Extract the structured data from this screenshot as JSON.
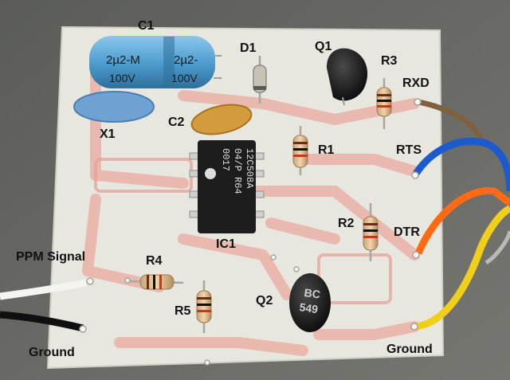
{
  "labels": {
    "c1": "C1",
    "d1": "D1",
    "q1": "Q1",
    "r3": "R3",
    "rxd": "RXD",
    "x1": "X1",
    "c2": "C2",
    "rts": "RTS",
    "r1": "R1",
    "r2": "R2",
    "dtr": "DTR",
    "ppm_signal": "PPM Signal",
    "r4": "R4",
    "ic1": "IC1",
    "r5": "R5",
    "q2": "Q2",
    "ground_left": "Ground",
    "ground_right": "Ground"
  },
  "markings": {
    "c1_value_a": "2µ2-M",
    "c1_value_b": "2µ2-",
    "c1_voltage_a": "100V",
    "c1_voltage_b": "100V",
    "ic_line1": "12C508A",
    "ic_line2": "04/P R64",
    "ic_line3": "0017",
    "q2_line1": "BC",
    "q2_line2": "549"
  },
  "colors": {
    "board": "#e9e9e2",
    "trace": "#e9a8a0",
    "capacitor_c1": "#5aa9d6",
    "crystal": "#6fa2d4",
    "capacitor_c2": "#d49a3a",
    "ic_body": "#1c1c1c",
    "wire_rxd": "#8a6a45",
    "wire_rts": "#1d5fd1",
    "wire_dtr": "#ff6a12",
    "wire_ground": "#f2d21c"
  }
}
